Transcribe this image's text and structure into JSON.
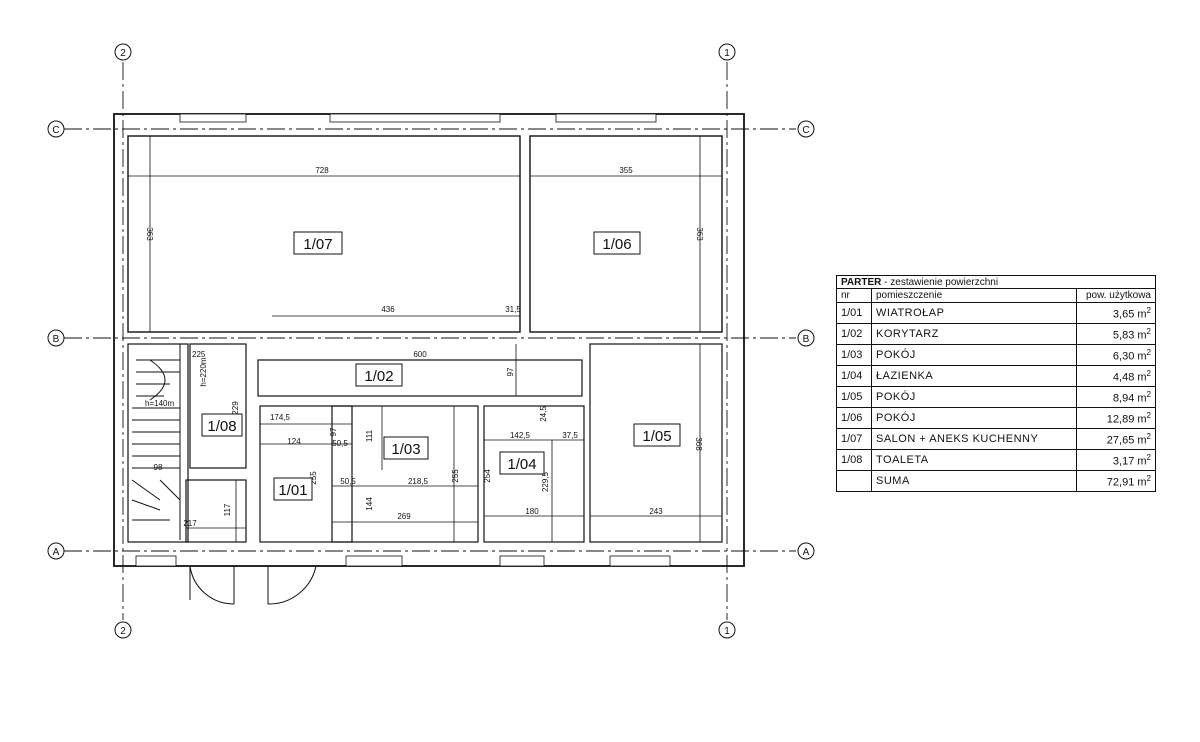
{
  "axes": {
    "vertical": [
      {
        "label": "2",
        "x": 0
      },
      {
        "label": "1",
        "x": 1
      }
    ],
    "horizontal": [
      "C",
      "B",
      "A"
    ]
  },
  "rooms": {
    "r107": "1/07",
    "r106": "1/06",
    "r102": "1/02",
    "r108": "1/08",
    "r101": "1/01",
    "r103": "1/03",
    "r104": "1/04",
    "r105": "1/05"
  },
  "dimensions": {
    "d728": "728",
    "d355": "355",
    "d363a": "363",
    "d363b": "363",
    "d436": "436",
    "d315": "31,5",
    "d600": "600",
    "d97a": "97",
    "d225": "225",
    "dh220": "h=220m",
    "dh140": "h=140m",
    "d229": "229",
    "d1745": "174,5",
    "d97b": "97",
    "d505a": "50,5",
    "d124": "124",
    "d111": "111",
    "d255a": "255",
    "d505b": "50,5",
    "d2185": "218,5",
    "d255b": "255",
    "d144": "144",
    "d269": "269",
    "d1425": "142,5",
    "d245": "24,5",
    "d375": "37,5",
    "d254": "254",
    "d2295": "229,5",
    "d180": "180",
    "d368": "368",
    "d243": "243",
    "d98": "98",
    "d117": "117",
    "d217": "217"
  },
  "area_table": {
    "title_bold": "PARTER",
    "title_rest": " - zestawienie powierzchni",
    "col_nr": "nr",
    "col_room": "pomieszczenie",
    "col_area": "pow. użytkowa",
    "rows": [
      {
        "nr": "1/01",
        "name": "WIATROŁAP",
        "area": "3,65 m"
      },
      {
        "nr": "1/02",
        "name": "KORYTARZ",
        "area": "5,83 m"
      },
      {
        "nr": "1/03",
        "name": "POKÓJ",
        "area": "6,30 m"
      },
      {
        "nr": "1/04",
        "name": "ŁAZIENKA",
        "area": "4,48 m"
      },
      {
        "nr": "1/05",
        "name": "POKÓJ",
        "area": "8,94 m"
      },
      {
        "nr": "1/06",
        "name": "POKÓJ",
        "area": "12,89 m"
      },
      {
        "nr": "1/07",
        "name": "SALON + ANEKS KUCHENNY",
        "area": "27,65 m"
      },
      {
        "nr": "1/08",
        "name": "TOALETA",
        "area": "3,17 m"
      }
    ],
    "sum_label": "SUMA",
    "sum_value": "72,91 m",
    "unit_sup": "2"
  }
}
